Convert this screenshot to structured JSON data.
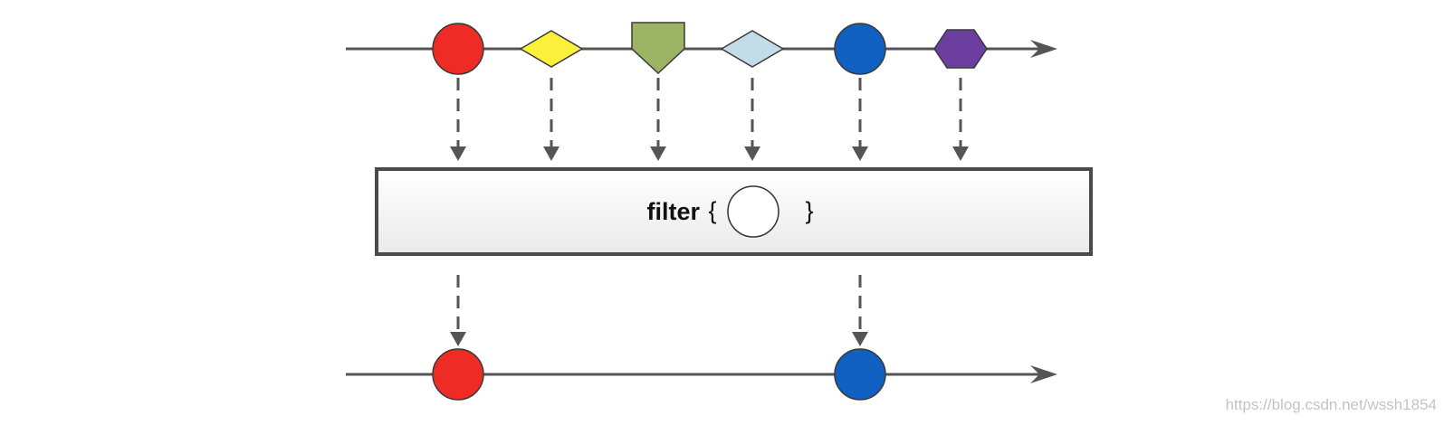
{
  "operator": {
    "name": "filter",
    "open_brace": "{",
    "close_brace": "}"
  },
  "input_items": [
    {
      "shape": "circle",
      "color": "#ee2b24",
      "passes": true
    },
    {
      "shape": "diamond",
      "color": "#fbf03a",
      "passes": false
    },
    {
      "shape": "pentagon",
      "color": "#9bb463",
      "passes": false
    },
    {
      "shape": "diamond",
      "color": "#c3dde8",
      "passes": false
    },
    {
      "shape": "circle",
      "color": "#1060c2",
      "passes": true
    },
    {
      "shape": "hexagon",
      "color": "#6b3ea0",
      "passes": false
    }
  ],
  "colors": {
    "line": "#555555",
    "box_fill": "#f4f4f4",
    "box_stroke": "#4a4a4a",
    "predicate_fill": "#ffffff"
  },
  "watermark": "https://blog.csdn.net/wssh1854"
}
